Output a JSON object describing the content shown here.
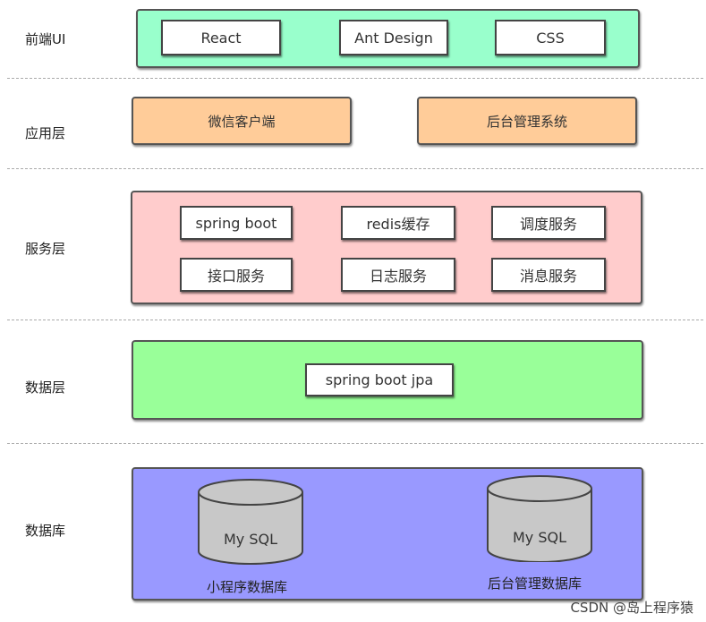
{
  "colors": {
    "frontend": "#99ffcc",
    "application": "#ffcc99",
    "service": "#ffcccc",
    "data": "#99ff99",
    "database": "#9999ff",
    "cylinder": "#c8c8c8"
  },
  "layers": {
    "frontend": {
      "label": "前端UI",
      "items": [
        "React",
        "Ant Design",
        "CSS"
      ]
    },
    "application": {
      "label": "应用层",
      "items": [
        "微信客户端",
        "后台管理系统"
      ]
    },
    "service": {
      "label": "服务层",
      "items": [
        "spring boot",
        "redis缓存",
        "调度服务",
        "接口服务",
        "日志服务",
        "消息服务"
      ]
    },
    "data": {
      "label": "数据层",
      "items": [
        "spring boot jpa"
      ]
    },
    "database": {
      "label": "数据库",
      "databases": [
        {
          "text": "My SQL",
          "caption": "小程序数据库"
        },
        {
          "text": "My SQL",
          "caption": "后台管理数据库"
        }
      ]
    }
  },
  "watermark": "CSDN @岛上程序猿"
}
